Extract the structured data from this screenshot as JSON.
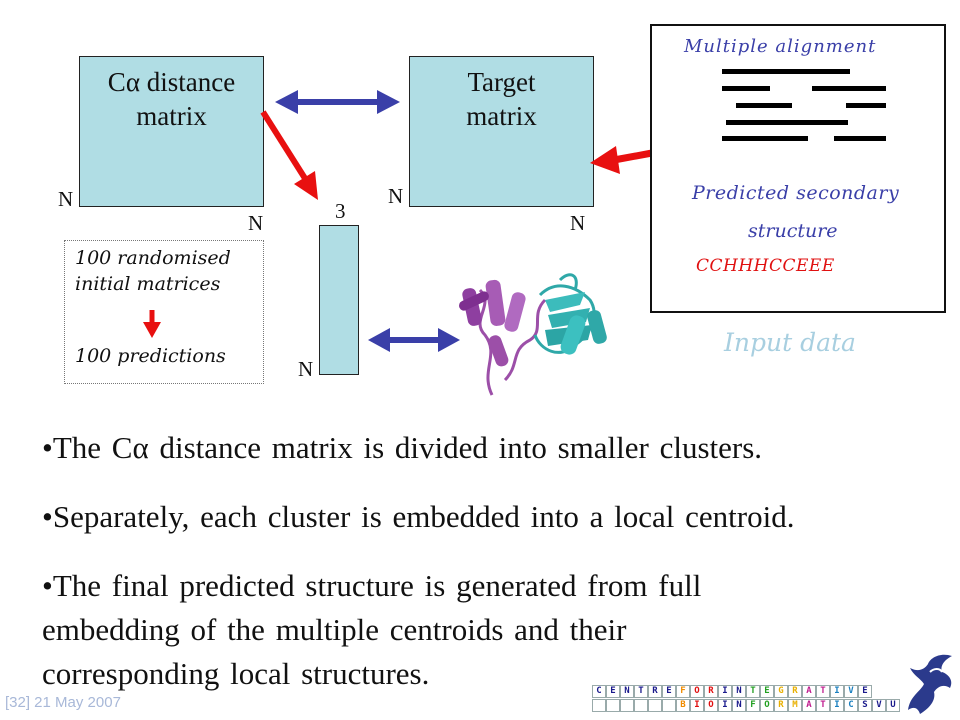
{
  "matrices": {
    "ca_matrix": {
      "title_prefix": "C",
      "title_symbol": "α",
      "title_rest": " distance",
      "title_line2": "matrix",
      "dim_row": "N",
      "dim_col": "N"
    },
    "target_matrix": {
      "title_line1": "Target",
      "title_line2": "matrix",
      "dim_row": "N",
      "dim_col": "N"
    },
    "coord_matrix": {
      "dim_top": "3",
      "dim_side": "N"
    }
  },
  "random_box": {
    "line1": "100 randomised",
    "line2": "initial matrices",
    "line3": "100 predictions"
  },
  "input_panel": {
    "multiple_alignment_label": "Multiple alignment",
    "predicted_ss_label_line1": "Predicted secondary",
    "predicted_ss_label_line2": "structure",
    "ss_string": "CCHHHCCEEE",
    "caption": "Input data"
  },
  "bullets": [
    {
      "prefix": "•The C",
      "symbol": "α",
      "rest": " distance matrix is divided into smaller clusters."
    },
    {
      "text": "•Separately, each cluster is embedded into a local centroid."
    },
    {
      "line1": "•The final predicted structure is generated from full",
      "line2": "embedding of the multiple centroids and their",
      "line3": "corresponding local structures."
    }
  ],
  "footer": {
    "slide_ref": "[32] 21 May 2007"
  },
  "logo": {
    "row1": [
      "C",
      "E",
      "N",
      "T",
      "R",
      "E",
      "F",
      "O",
      "R",
      "I",
      "N",
      "T",
      "E",
      "G",
      "R",
      "A",
      "T",
      "I",
      "V",
      "E"
    ],
    "row2": [
      "",
      "",
      "",
      "",
      "",
      "",
      "B",
      "I",
      "O",
      "I",
      "N",
      "F",
      "O",
      "R",
      "M",
      "A",
      "T",
      "I",
      "C",
      "S",
      "V",
      "U"
    ]
  },
  "colors": {
    "matrix_fill": "#b0dde4",
    "red_arrow": "#e81010",
    "blue_arrow": "#3a3fa8",
    "caption_blue": "#a8cfe0",
    "alignment_text": "#3a3fa8",
    "ss_string": "#e01010"
  }
}
